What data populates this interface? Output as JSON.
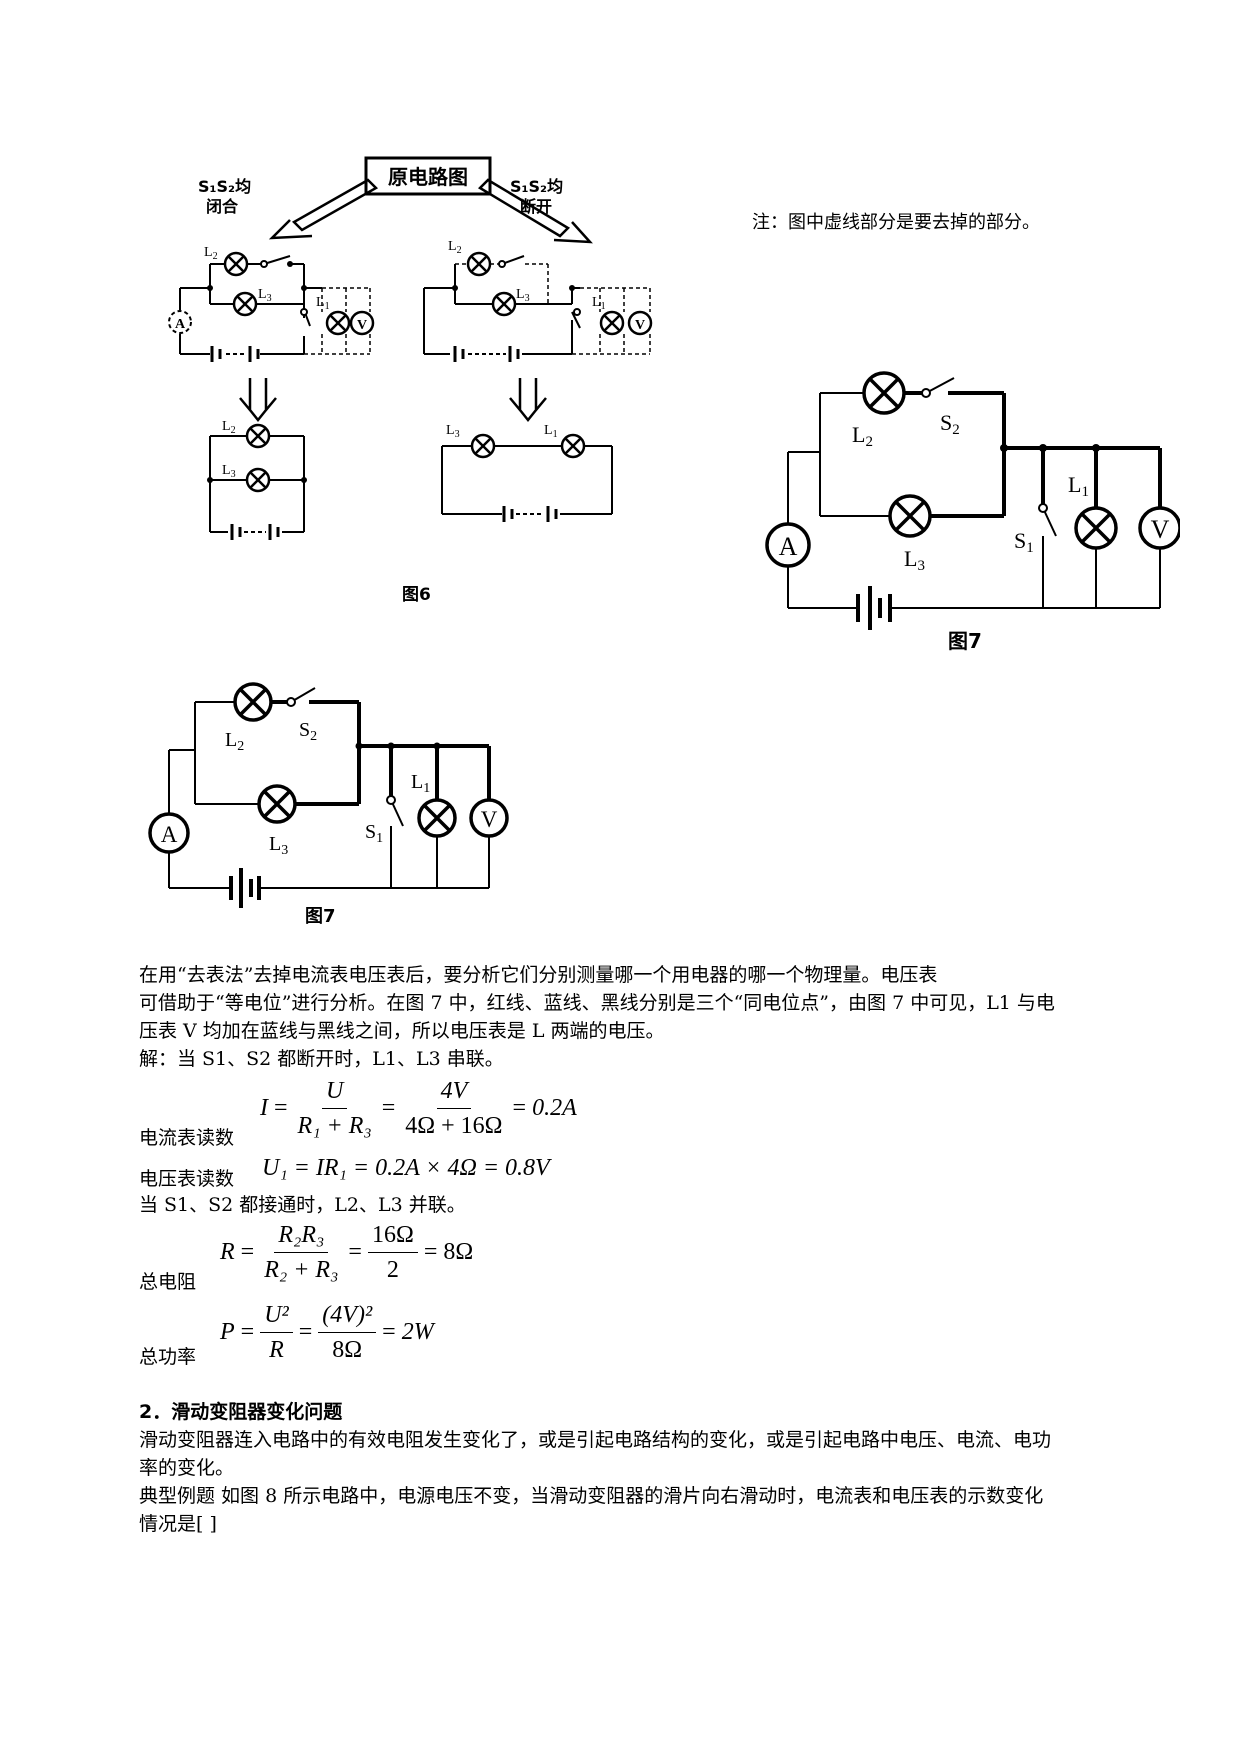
{
  "fig6": {
    "box_title": "原电路图",
    "left_branch": {
      "line1": "S₁S₂均",
      "line2": "闭合"
    },
    "right_branch": {
      "line1": "S₁S₂均",
      "line2": "断开"
    },
    "labels": {
      "L1": "L1",
      "L2": "L2",
      "L3": "L3",
      "A": "A",
      "V": "V"
    },
    "caption": "图6"
  },
  "note": "注：图中虚线部分是要去掉的部分。",
  "fig7": {
    "labels": {
      "L1": "L",
      "L1_sub": "1",
      "L2": "L",
      "L2_sub": "2",
      "L3": "L",
      "L3_sub": "3",
      "S1": "S",
      "S1_sub": "1",
      "S2": "S",
      "S2_sub": "2",
      "A": "A",
      "V": "V"
    },
    "caption": "图7"
  },
  "text": {
    "para1_line1": "在用“去表法”去掉电流表电压表后，要分析它们分别测量哪一个用电器的哪一个物理量。电压表",
    "para1_line2": "可借助于“等电位”进行分析。在图 7 中，红线、蓝线、黑线分别是三个“同电位点”，由图 7 中可见，L1 与电",
    "para1_line3": "压表 V 均加在蓝线与黑线之间，所以电压表是 L 两端的电压。",
    "solution_intro": "解：当 S1、S2 都断开时，L1、L3 串联。",
    "ammeter_label": "电流表读数",
    "voltmeter_label": "电压表读数",
    "parallel_line": "当 S1、S2 都接通时，L2、L3 并联。",
    "total_r_label": "总电阻",
    "total_p_label": "总功率",
    "section_heading": "2．滑动变阻器变化问题",
    "para2_line1": "滑动变阻器连入电路中的有效电阻发生变化了，或是引起电路结构的变化，或是引起电路中电压、电流、电功",
    "para2_line2": "率的变化。",
    "example_line1": "典型例题 如图 8 所示电路中，电源电压不变，当滑动变阻器的滑片向右滑动时，电流表和电压表的示数变化",
    "example_line2": "情况是[     ]"
  },
  "formulas": {
    "current": {
      "lhs": "I",
      "num": "U",
      "den": "R₁ + R₃",
      "num2": "4V",
      "den2": "4Ω + 16Ω",
      "result": "0.2A"
    },
    "voltage": {
      "expr": "U₁ = IR₁ = 0.2A × 4Ω = 0.8V"
    },
    "resistance": {
      "lhs": "R",
      "num": "R₂R₃",
      "den": "R₂ + R₃",
      "num2": "16Ω",
      "den2": "2",
      "result": "8Ω"
    },
    "power": {
      "lhs": "P",
      "num": "U²",
      "den": "R",
      "num2": "(4V)²",
      "den2": "8Ω",
      "result": "2W"
    }
  }
}
